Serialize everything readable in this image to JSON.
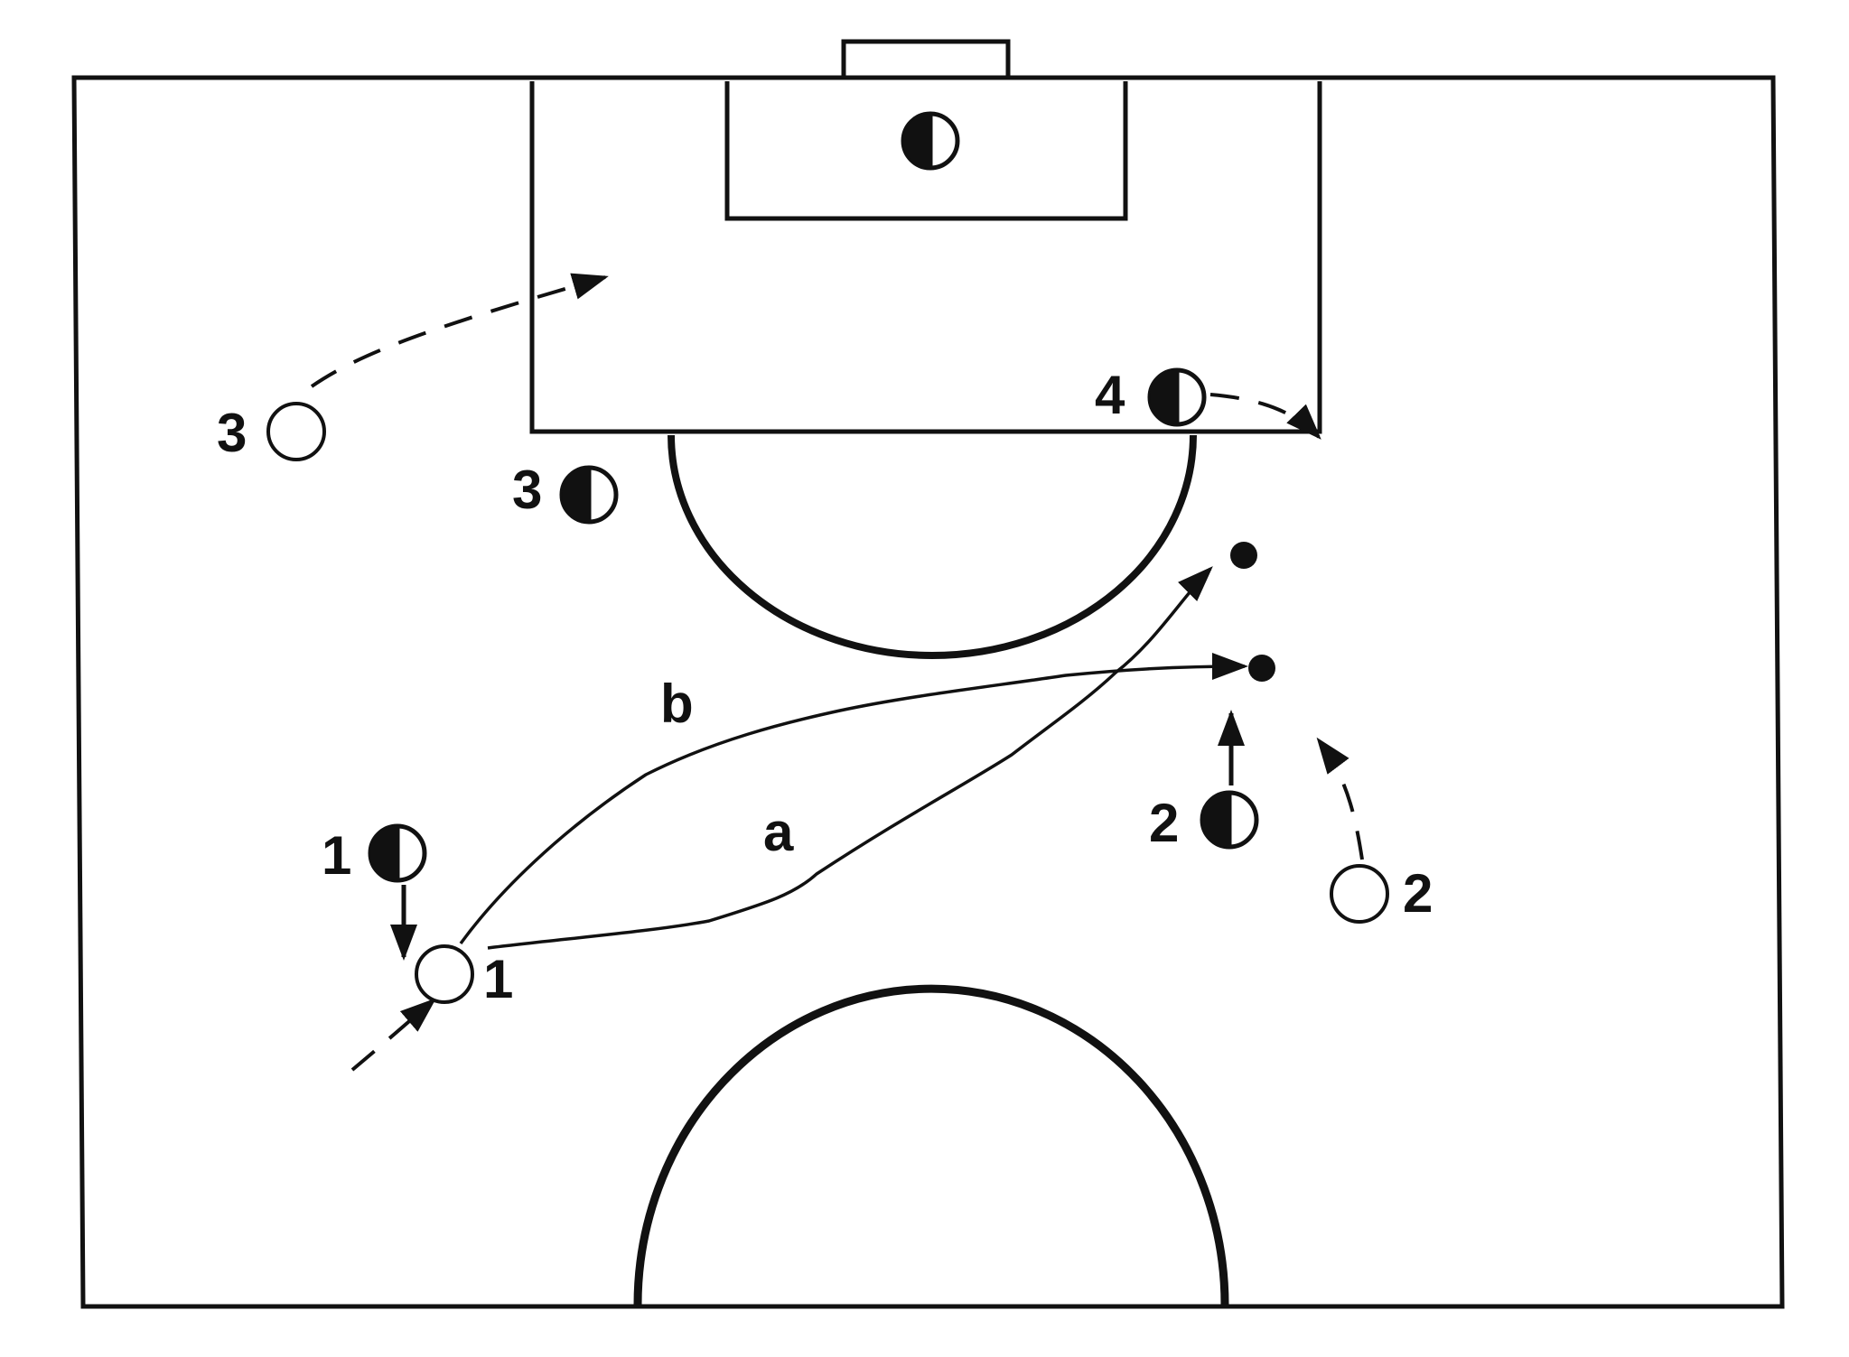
{
  "colors": {
    "background": "#ffffff",
    "ink": "#111111"
  },
  "legend_icons": {
    "attacker": "hollow-circle-icon",
    "defender": "half-filled-circle-icon",
    "ball": "filled-dot-icon"
  },
  "labels": {
    "attacker_1": "1",
    "attacker_2": "2",
    "attacker_3": "3",
    "defender_1": "1",
    "defender_2": "2",
    "defender_3": "3",
    "defender_4": "4",
    "pass_a": "a",
    "pass_b": "b"
  }
}
